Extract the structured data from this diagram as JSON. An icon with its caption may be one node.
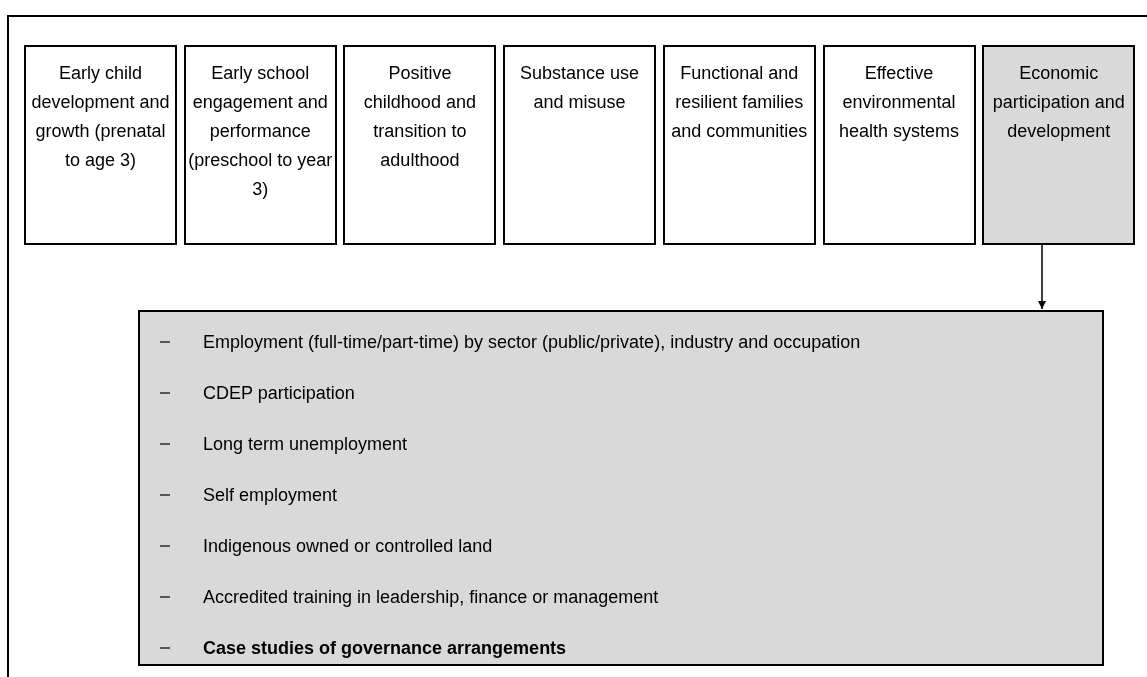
{
  "diagram": {
    "nodes": [
      {
        "text": [],
        "shape": "box"
      },
      {
        "text": [
          "Early child development and growth (prenatal to age 3)"
        ],
        "in": 0
      },
      {
        "text": [
          "Early school engagement and performance (preschool to year 3)"
        ],
        "in": 0
      },
      {
        "text": [
          "Positive childhood and transition to adulthood"
        ],
        "in": 0
      },
      {
        "text": [
          "Substance use and misuse"
        ],
        "in": 0
      },
      {
        "text": [
          "Functional and resilient families and communities"
        ],
        "in": 0
      },
      {
        "text": [
          "Effective environmental health systems"
        ],
        "in": 0
      },
      {
        "text": [
          "Economic participation and development"
        ],
        "in": 0
      },
      {
        "text": [
          "Employment (full-time/part-time) by sector (public/private), industry and occupation",
          "CDEP participation",
          "Long term unemployment",
          "Self employment",
          "Indigenous owned or controlled land",
          "Accredited training in leadership, finance or management",
          "Case studies of governance arrangements"
        ],
        "in": 0
      }
    ],
    "edges": [
      {
        "from": 7,
        "to": 8,
        "arrow": "to"
      }
    ]
  }
}
